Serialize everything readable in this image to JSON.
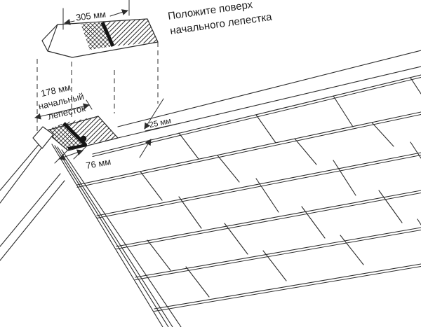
{
  "diagram": {
    "note": {
      "line1": "Положите поверх",
      "line2": "начального лепестка"
    },
    "dimensions": {
      "cap_width": "305 мм",
      "starter_line1": "178 мм",
      "starter_line2": "начальный",
      "starter_line3": "лепесток",
      "offset_small": "25 мм",
      "offset_nail": "76 мм"
    },
    "colors": {
      "line": "#2b2b2b",
      "background": "#ffffff",
      "ink": "#141414"
    }
  }
}
